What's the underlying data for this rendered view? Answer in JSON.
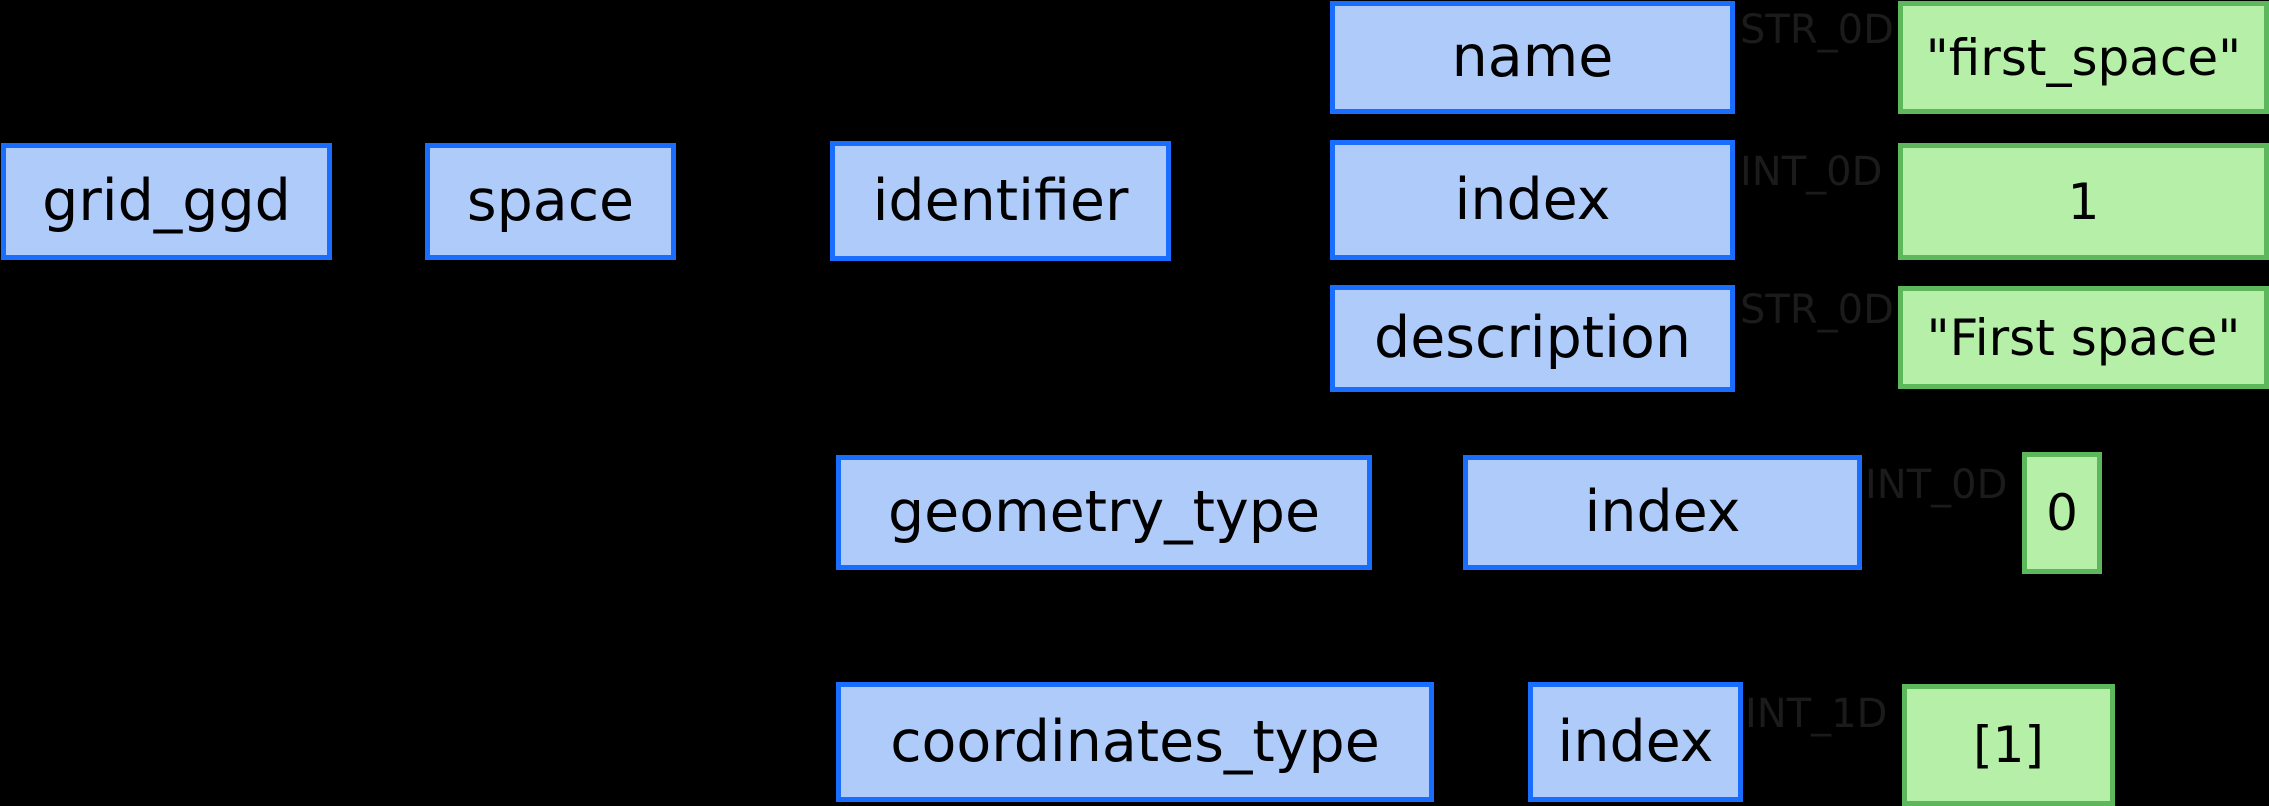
{
  "diagram": {
    "title": "grid_ggd space identifier structure",
    "background_color": "#000000",
    "struct_node_fill": "#aecbfa",
    "struct_node_border": "#1a6eff",
    "leaf_node_fill": "#b6efa7",
    "leaf_node_border": "#5cb85b",
    "type_label_color": "#1b1b1b"
  },
  "nodes": {
    "grid_ggd": {
      "label": "grid_ggd"
    },
    "space": {
      "label": "space"
    },
    "identifier": {
      "label": "identifier"
    },
    "name": {
      "label": "name"
    },
    "index_identifier": {
      "label": "index"
    },
    "description": {
      "label": "description"
    },
    "geometry_type": {
      "label": "geometry_type"
    },
    "index_geometry": {
      "label": "index"
    },
    "coordinates_type": {
      "label": "coordinates_type"
    },
    "index_coordinates": {
      "label": "index"
    }
  },
  "values": {
    "name_value": {
      "label": "\"first_space\""
    },
    "index_identifier_value": {
      "label": "1"
    },
    "description_value": {
      "label": "\"First space\""
    },
    "index_geometry_value": {
      "label": "0"
    },
    "index_coordinates_value": {
      "label": "[1]"
    }
  },
  "type_labels": {
    "name_type": "STR_0D",
    "index_identifier_type": "INT_0D",
    "description_type": "STR_0D",
    "index_geometry_type": "INT_0D",
    "index_coordinates_type": "INT_1D"
  }
}
